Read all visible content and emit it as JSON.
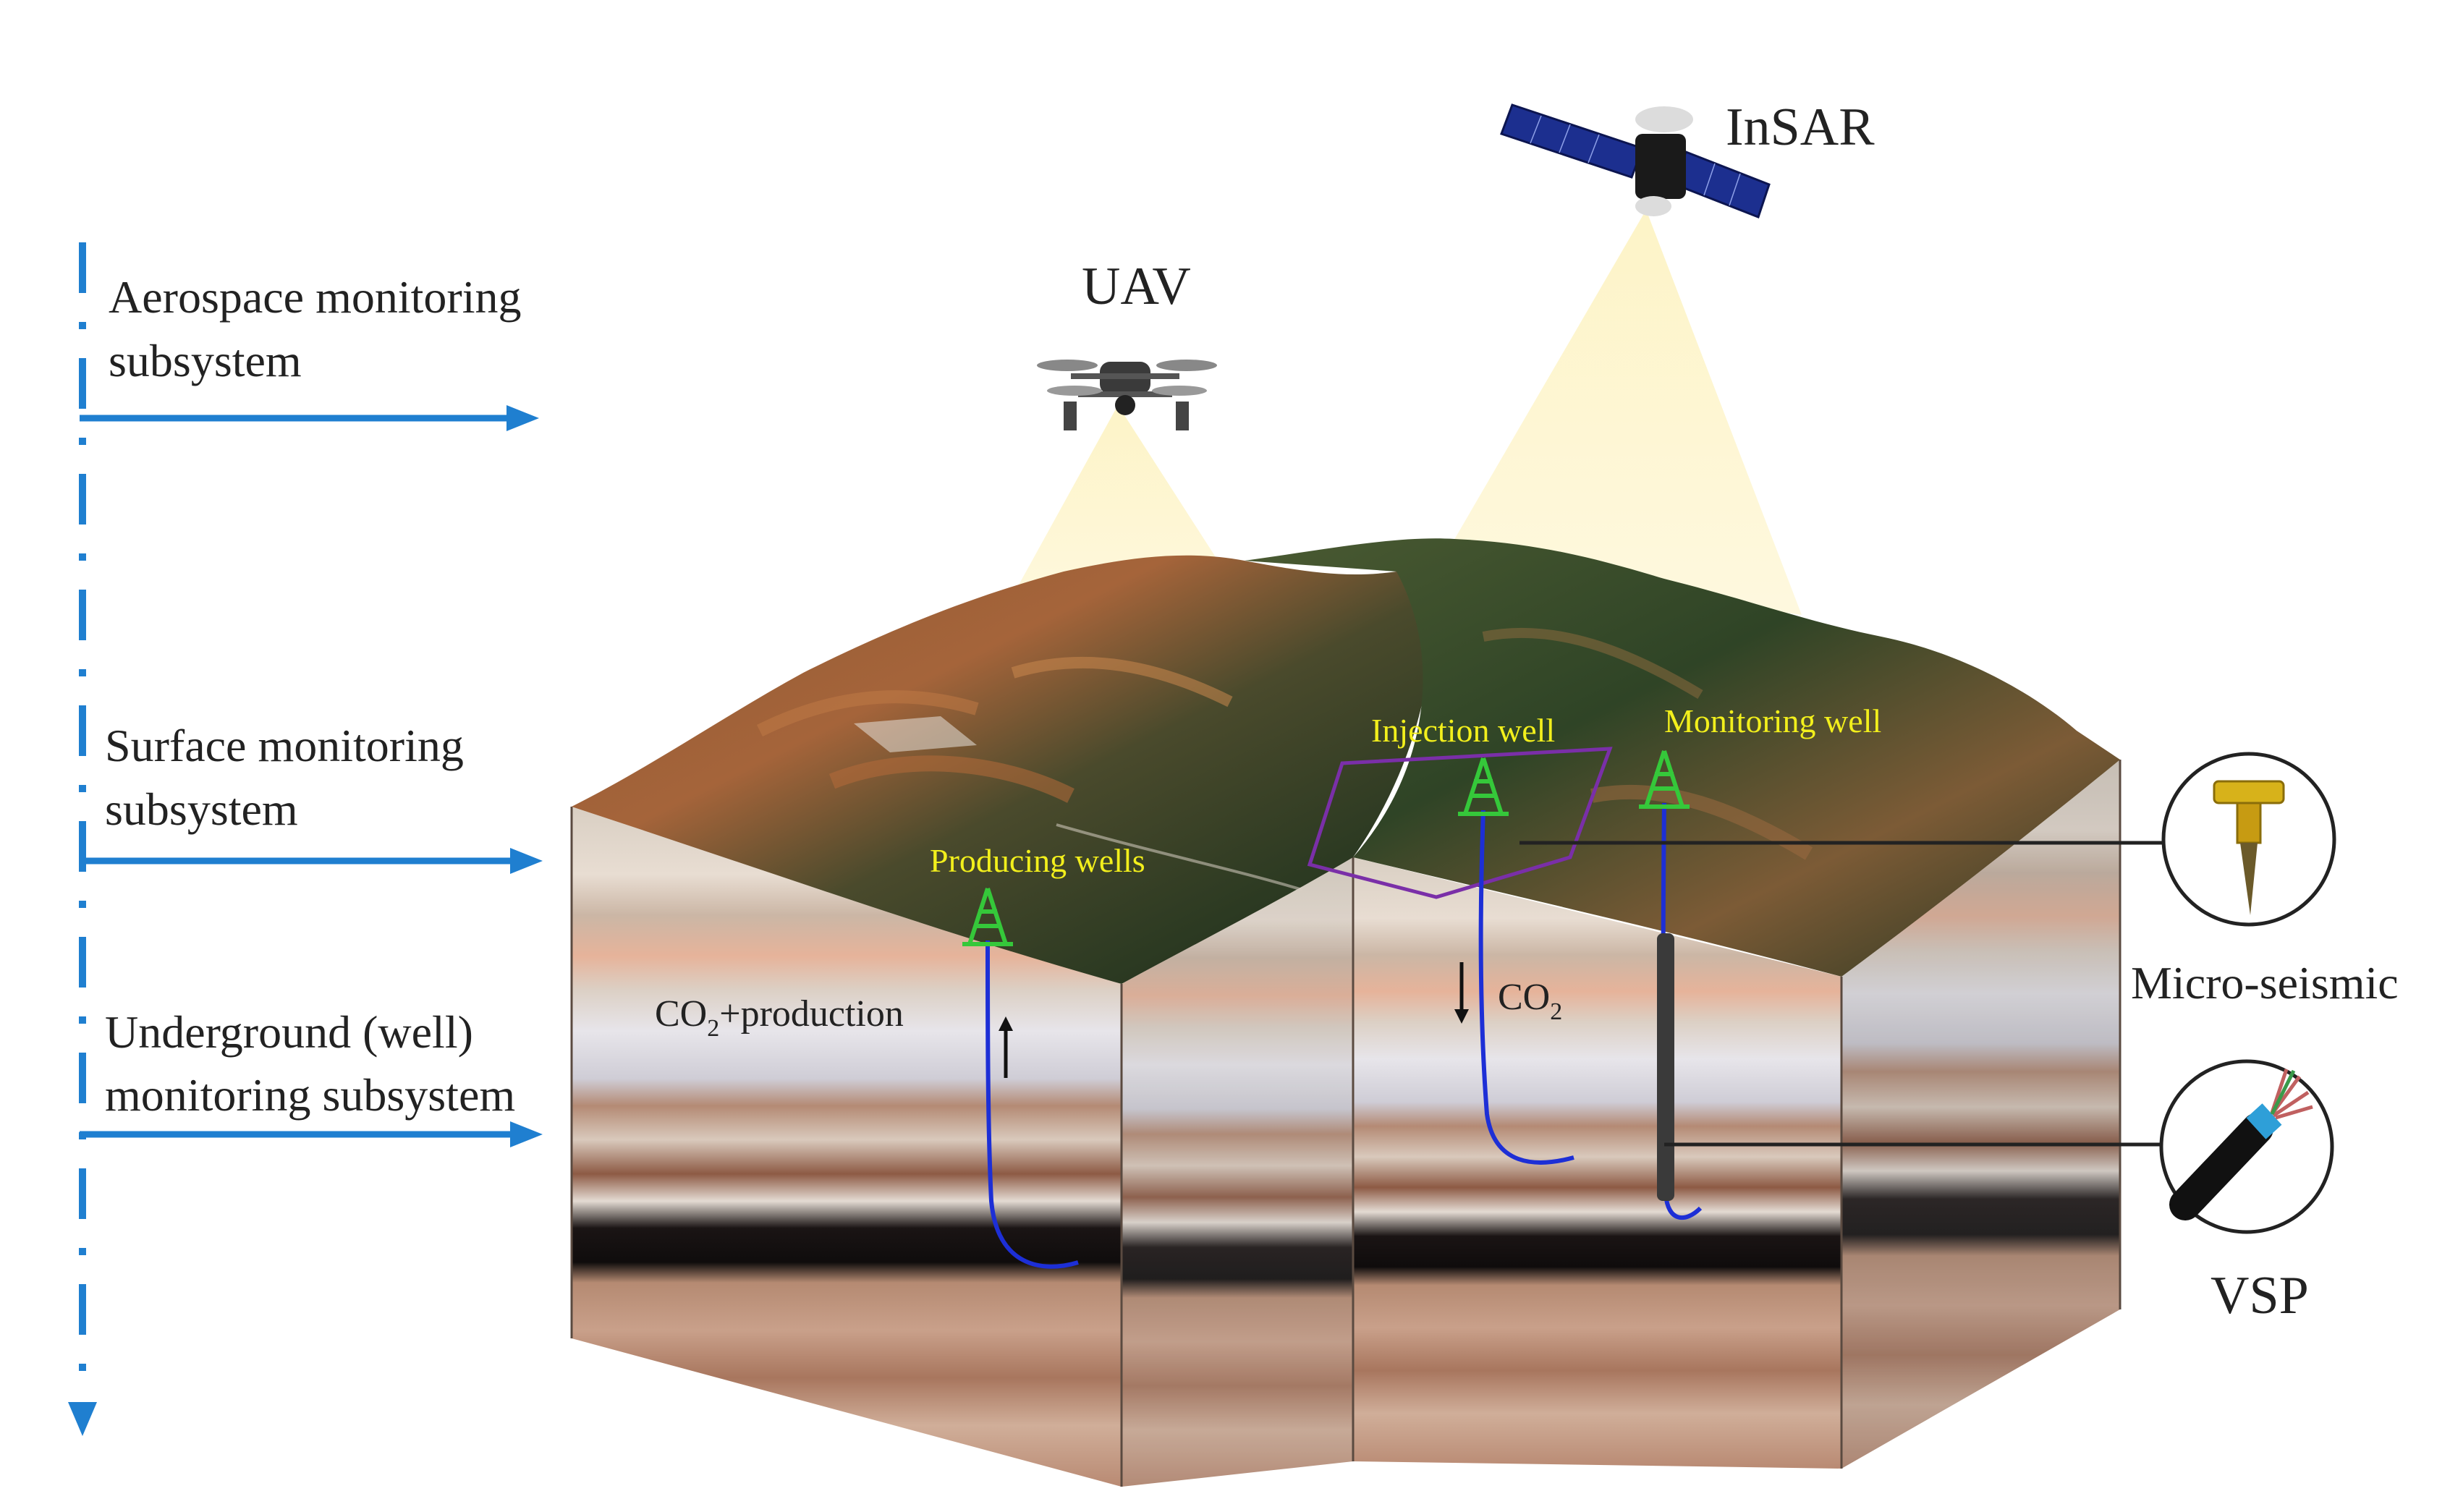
{
  "subsystems": {
    "aerospace": {
      "line1": "Aerospace monitoring",
      "line2": "subsystem"
    },
    "surface": {
      "line1": "Surface monitoring",
      "line2": "subsystem"
    },
    "underground": {
      "line1": "Underground (well)",
      "line2": "monitoring subsystem"
    }
  },
  "sensors": {
    "uav": "UAV",
    "insar": "InSAR",
    "micro_seismic": "Micro-seismic",
    "vsp": "VSP"
  },
  "wells": {
    "producing": "Producing wells",
    "injection": "Injection well",
    "monitoring": "Monitoring well"
  },
  "flows": {
    "production_prefix": "CO",
    "production_sub": "2",
    "production_suffix": "+production",
    "injection_prefix": "CO",
    "injection_sub": "2"
  },
  "colors": {
    "axis_blue": "#1f7fd0",
    "well_label": "#f2ef1c",
    "derrick": "#35c83a",
    "well_pipe": "#1d2fd6",
    "beam": "#fdf3c4",
    "injection_zone": "#7a2fa8"
  }
}
